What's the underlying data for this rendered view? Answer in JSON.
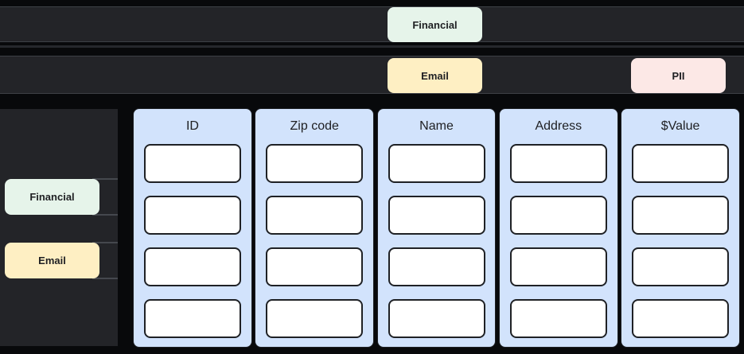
{
  "palette": {
    "canvas_bg": "#08090b",
    "lane_bg": "#232428",
    "lane_edge": "#3d4046",
    "divider_bg": "#26282c",
    "sidebar_bg": "#232428",
    "slot_edge": "#45484e",
    "column_bg": "#d2e3fc",
    "column_border": "#1d1f23",
    "cell_bg": "#ffffff",
    "cell_border": "#1f2125",
    "text_dark": "#202124",
    "financial_bg": "#e6f4ea",
    "email_bg": "#feefc3",
    "pii_bg": "#fce8e6"
  },
  "tags": {
    "top": [
      {
        "label": "Financial",
        "type": "financial"
      },
      {
        "label": "Email",
        "type": "email"
      },
      {
        "label": "PII",
        "type": "pii"
      }
    ],
    "sidebar": [
      {
        "label": "Financial",
        "type": "financial"
      },
      {
        "label": "Email",
        "type": "email"
      }
    ]
  },
  "table": {
    "columns": [
      {
        "header": "ID",
        "cells": [
          "",
          "",
          "",
          ""
        ]
      },
      {
        "header": "Zip code",
        "cells": [
          "",
          "",
          "",
          ""
        ]
      },
      {
        "header": "Name",
        "cells": [
          "",
          "",
          "",
          ""
        ]
      },
      {
        "header": "Address",
        "cells": [
          "",
          "",
          "",
          ""
        ]
      },
      {
        "header": "$Value",
        "cells": [
          "",
          "",
          "",
          ""
        ]
      }
    ]
  }
}
